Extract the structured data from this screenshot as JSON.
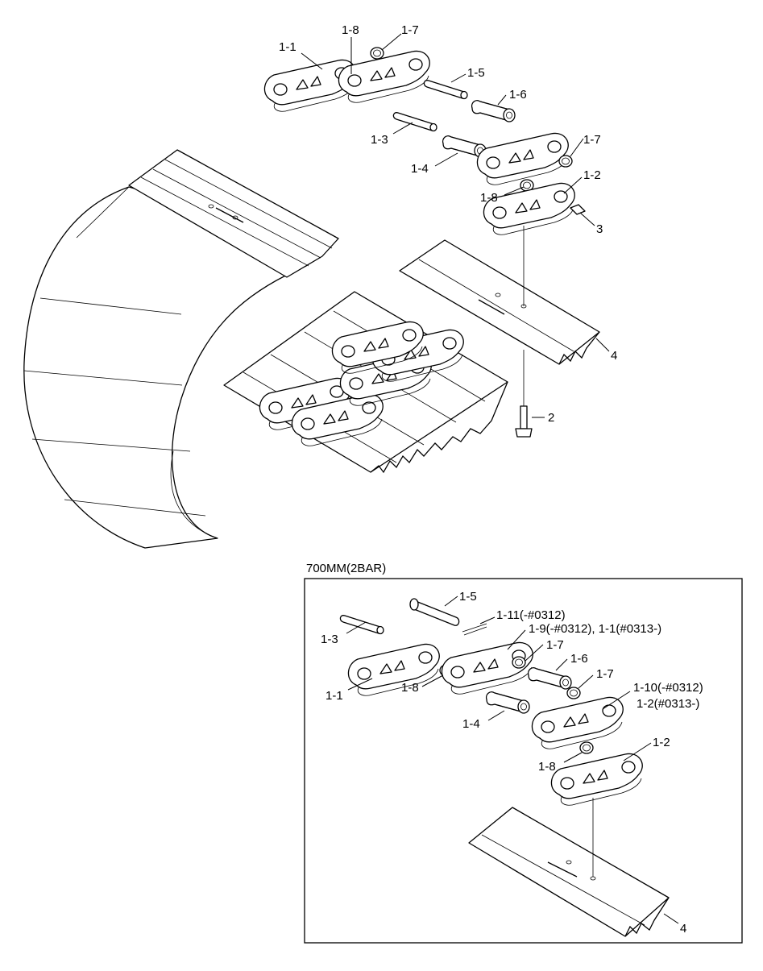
{
  "detail_box_title": "700MM(2BAR)",
  "main_labels": {
    "l_1_1": "1-1",
    "l_1_8_top": "1-8",
    "l_1_7_top": "1-7",
    "l_1_5": "1-5",
    "l_1_6": "1-6",
    "l_1_3": "1-3",
    "l_1_4": "1-4",
    "l_1_7_mid": "1-7",
    "l_1_2": "1-2",
    "l_1_8_mid": "1-8",
    "l_3": "3",
    "l_4": "4",
    "l_2": "2"
  },
  "detail_labels": {
    "d_1_5": "1-5",
    "d_1_11": "1-11(-#0312)",
    "d_1_9": "1-9(-#0312), 1-1(#0313-)",
    "d_1_3": "1-3",
    "d_1_7_a": "1-7",
    "d_1_6": "1-6",
    "d_1_7_b": "1-7",
    "d_1_10": "1-10(-#0312)",
    "d_1_2_b": "1-2(#0313-)",
    "d_1_1": "1-1",
    "d_1_8_a": "1-8",
    "d_1_4": "1-4",
    "d_1_8_b": "1-8",
    "d_1_2": "1-2",
    "d_4": "4"
  }
}
